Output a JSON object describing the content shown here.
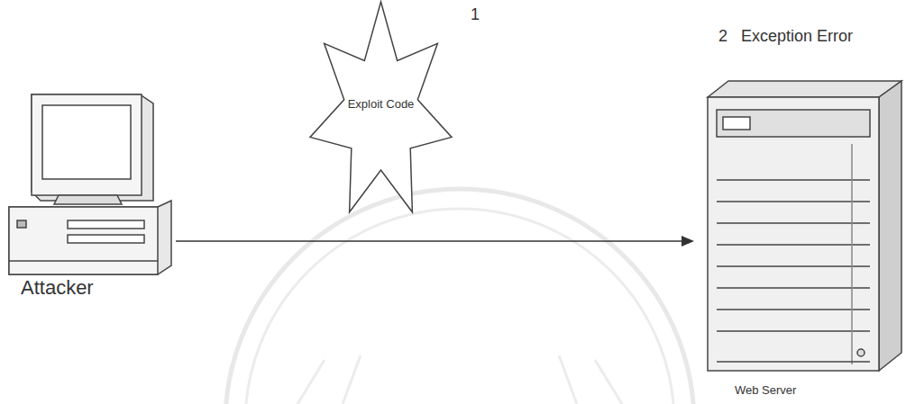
{
  "diagram": {
    "nodes": [
      {
        "text": [
          "Attacker"
        ]
      },
      {
        "text": [
          "Exploit Code"
        ]
      },
      {
        "text": [
          "Web Server"
        ]
      }
    ],
    "edges": [
      {
        "from": 0,
        "to": 2,
        "arrow": "to"
      }
    ],
    "labels": [
      "1",
      "2",
      "Exception Error"
    ]
  }
}
